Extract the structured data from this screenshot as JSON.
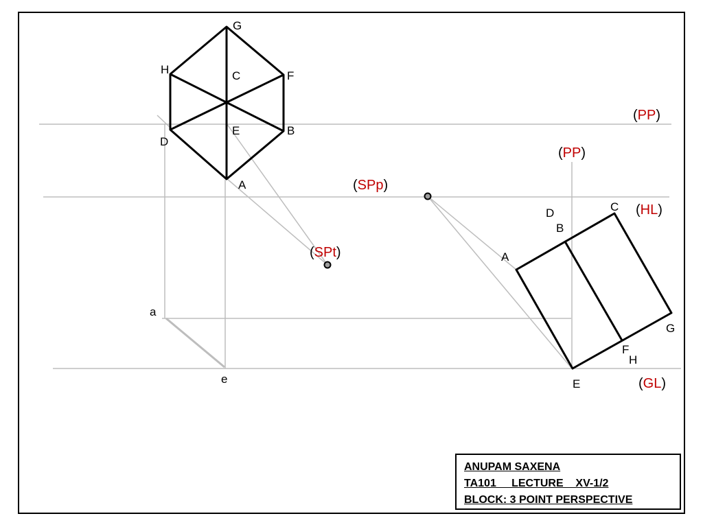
{
  "diagram": {
    "title_block": {
      "author": "ANUPAM SAXENA",
      "course_line": "TA101     LECTURE    XV-1/2",
      "block_line": "BLOCK: 3 POINT PERSPECTIVE"
    },
    "reference_labels": {
      "pp_top": "PP",
      "pp_side": "PP",
      "spp": "SPp",
      "hl": "HL",
      "spt": "SPt",
      "gl": "GL"
    },
    "paren_open": "(",
    "paren_close": ")",
    "top_view_labels": {
      "G": "G",
      "H": "H",
      "C": "C",
      "F": "F",
      "D": "D",
      "E": "E",
      "B": "B",
      "A": "A"
    },
    "front_view_labels": {
      "a": "a",
      "e": "e"
    },
    "side_view_labels": {
      "D": "D",
      "C": "C",
      "B": "B",
      "A": "A",
      "G": "G",
      "F": "F",
      "H": "H",
      "E": "E"
    },
    "colors": {
      "label_red": "#c00000",
      "construction_gray": "#bdbdbd",
      "object_black": "#000000"
    }
  }
}
